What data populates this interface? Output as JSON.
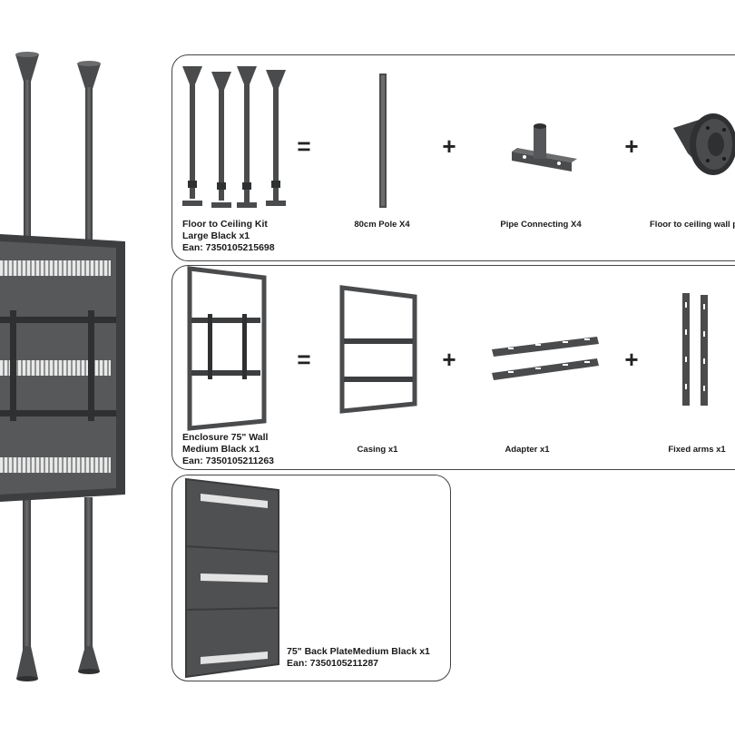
{
  "symbols": {
    "equals": "=",
    "plus": "+"
  },
  "kit1": {
    "label_lines": [
      "Floor to Ceiling Kit",
      "Large Black x1",
      "Ean: 7350105215698"
    ],
    "parts": [
      "80cm Pole X4",
      "Pipe Connecting X4",
      "Floor to ceiling wall pla"
    ]
  },
  "kit2": {
    "label_lines": [
      "Enclosure 75\" Wall",
      "Medium Black x1",
      "Ean: 7350105211263"
    ],
    "parts": [
      "Casing x1",
      "Adapter x1",
      "Fixed arms x1"
    ]
  },
  "kit3": {
    "label_lines": [
      "75\" Back PlateMedium Black x1",
      "Ean: 7350105211287"
    ]
  },
  "colors": {
    "metal": "#4a4b4d",
    "metal_light": "#6b6c6e",
    "metal_dark": "#2f3032",
    "border": "#444444"
  }
}
